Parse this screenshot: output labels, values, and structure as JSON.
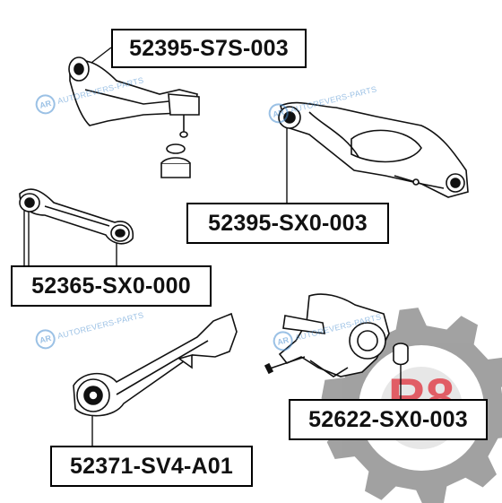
{
  "parts": [
    {
      "id": "upper-arm",
      "code": "52395-S7S-003"
    },
    {
      "id": "lower-arm",
      "code": "52395-SX0-003"
    },
    {
      "id": "link",
      "code": "52365-SX0-000"
    },
    {
      "id": "trailing-arm",
      "code": "52371-SV4-A01"
    },
    {
      "id": "knuckle-bushing",
      "code": "52622-SX0-003"
    }
  ],
  "watermark": {
    "badge": "AR",
    "text": "AUTOREVERS-PARTS"
  },
  "brand_mark": {
    "text": "R8",
    "color": "#e0303a",
    "gear_color": "#555555"
  },
  "colors": {
    "line": "#111111",
    "label_border": "#000000",
    "watermark": "#4b8fd0"
  }
}
